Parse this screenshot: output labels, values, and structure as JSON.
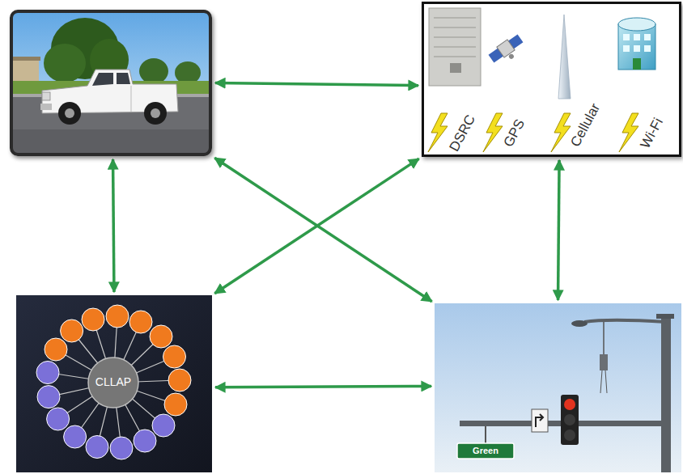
{
  "diagram": {
    "nodes": [
      {
        "text": []
      },
      {
        "text": [
          "DSRC",
          "GPS",
          "Cellular",
          "Wi-Fi"
        ]
      },
      {
        "text": [
          "CLLAP"
        ]
      },
      {
        "text": [
          "Green"
        ]
      }
    ],
    "edges": [
      {
        "from": 0,
        "to": 1,
        "arrow": "both"
      },
      {
        "from": 0,
        "to": 2,
        "arrow": "both"
      },
      {
        "from": 0,
        "to": 3,
        "arrow": "both"
      },
      {
        "from": 1,
        "to": 2,
        "arrow": "both"
      },
      {
        "from": 1,
        "to": 3,
        "arrow": "both"
      },
      {
        "from": 2,
        "to": 3,
        "arrow": "both"
      }
    ]
  }
}
